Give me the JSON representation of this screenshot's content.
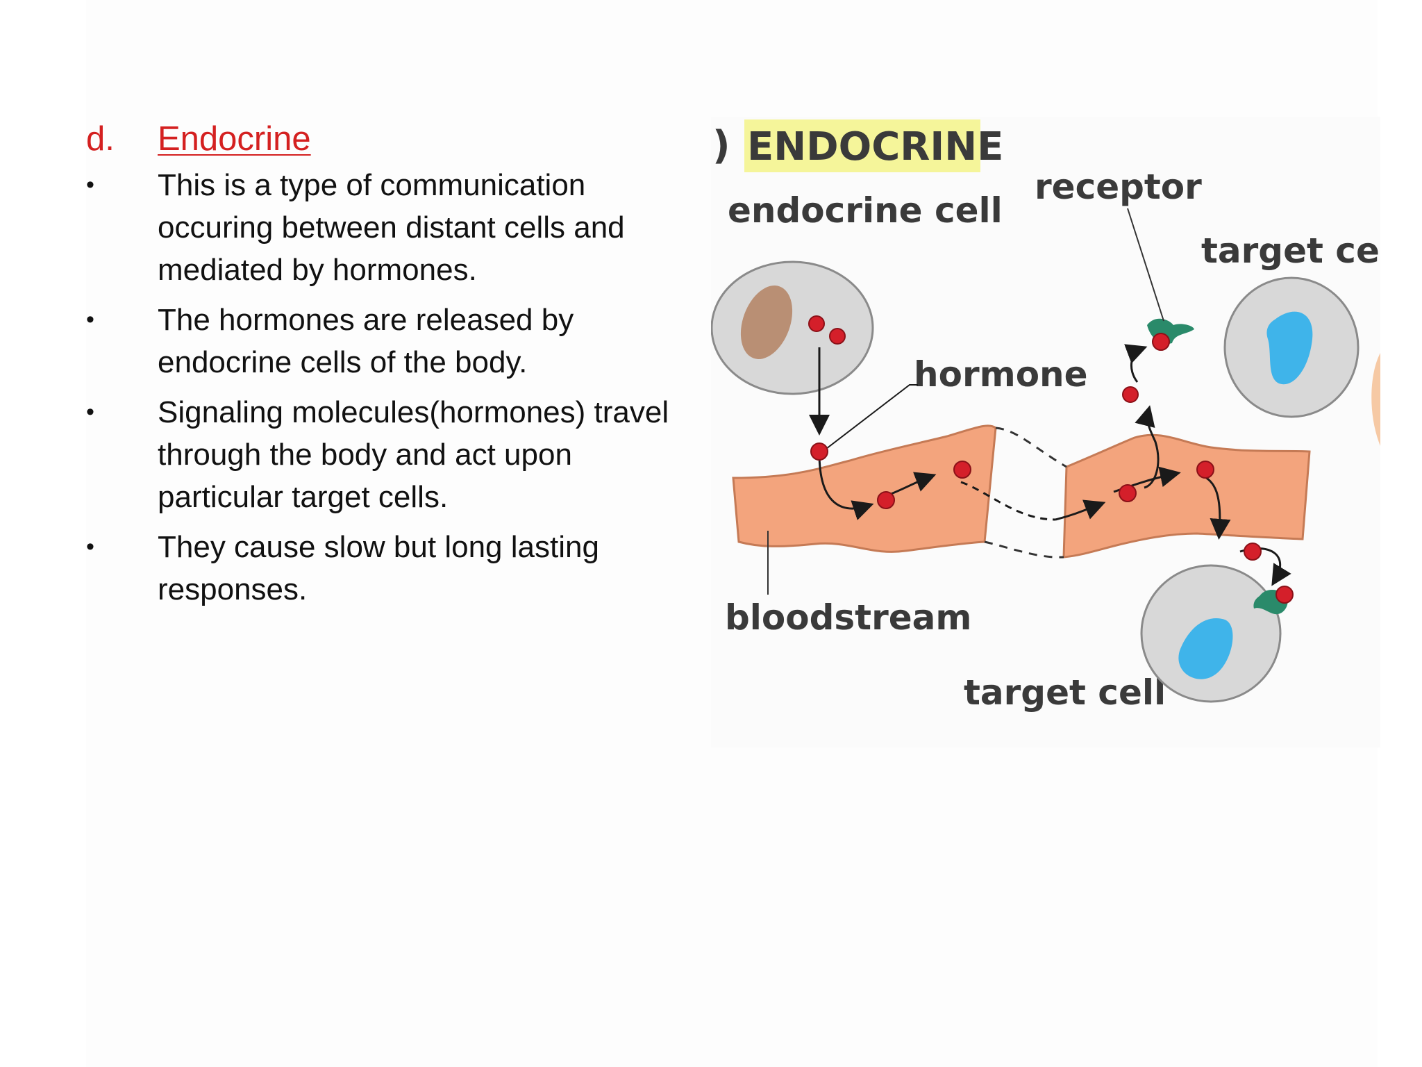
{
  "section": {
    "marker": "d.",
    "title": "Endocrine"
  },
  "bullets": [
    {
      "symbol": "•",
      "text": "This is a type of communication occuring between distant cells and mediated by hormones."
    },
    {
      "symbol": "•",
      "text": "The hormones are released by endocrine cells of the body."
    },
    {
      "symbol": "•",
      "text": "Signaling molecules(hormones) travel through the body and act upon particular target cells."
    },
    {
      "symbol": "•",
      "text": "They cause slow but long lasting responses."
    }
  ],
  "figure": {
    "title_prefix": ")",
    "title": "ENDOCRINE",
    "labels": {
      "endocrine_cell": "endocrine cell",
      "receptor": "receptor",
      "target_cell_top": "target cell",
      "hormone": "hormone",
      "bloodstream": "bloodstream",
      "target_cell_bottom": "target cell"
    },
    "colors": {
      "title_highlight": "#f5f59a",
      "cell_fill": "#d8d8d8",
      "nucleus_endocrine": "#b98f74",
      "nucleus_target": "#3fb4ea",
      "bloodstream": "#f3a47d",
      "hormone": "#d41f2a",
      "receptor": "#2a8a6a"
    }
  }
}
